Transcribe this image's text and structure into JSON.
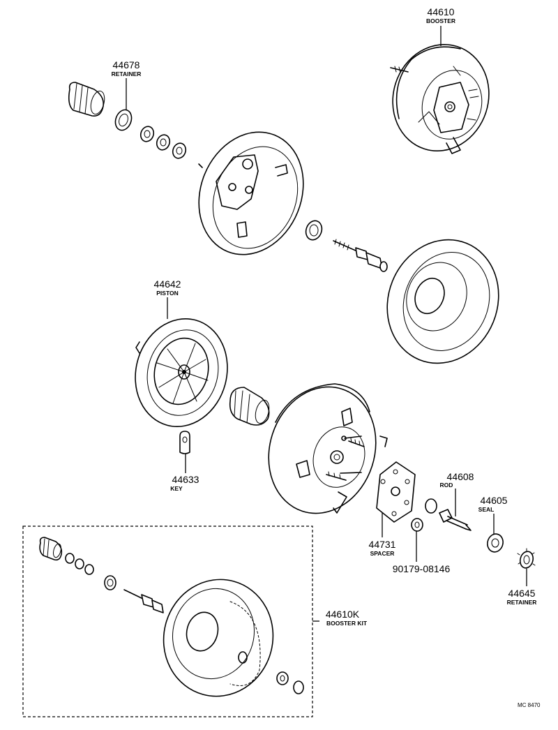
{
  "callouts": [
    {
      "id": "booster",
      "part_no": "44610",
      "name": "BOOSTER"
    },
    {
      "id": "retainer_top",
      "part_no": "44678",
      "name": "RETAINER"
    },
    {
      "id": "piston",
      "part_no": "44642",
      "name": "PISTON"
    },
    {
      "id": "key",
      "part_no": "44633",
      "name": "KEY"
    },
    {
      "id": "rod",
      "part_no": "44608",
      "name": "ROD"
    },
    {
      "id": "seal",
      "part_no": "44605",
      "name": "SEAL"
    },
    {
      "id": "spacer",
      "part_no": "44731",
      "name": "SPACER"
    },
    {
      "id": "nut",
      "part_no": "90179-08146",
      "name": ""
    },
    {
      "id": "retainer_right",
      "part_no": "44645",
      "name": "RETAINER"
    },
    {
      "id": "booster_kit",
      "part_no": "44610K",
      "name": "BOOSTER KIT"
    }
  ],
  "drawing_code": "MC 8470",
  "colors": {
    "ink": "#000000",
    "paper": "#ffffff"
  }
}
